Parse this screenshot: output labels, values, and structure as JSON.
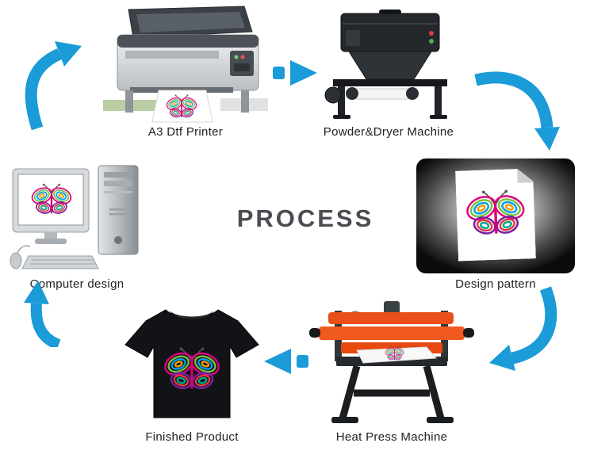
{
  "title": "PROCESS",
  "colors": {
    "arrow": "#1b9bd7",
    "title_text": "#4a4d52",
    "label_text": "#222222",
    "heat_press": "#ee5316"
  },
  "steps": [
    {
      "id": "computer-design",
      "label": "Computer design"
    },
    {
      "id": "a3-dtf-printer",
      "label": "A3 Dtf Printer"
    },
    {
      "id": "powder-dryer-machine",
      "label": "Powder&Dryer Machine"
    },
    {
      "id": "design-pattern",
      "label": "Design pattern"
    },
    {
      "id": "heat-press-machine",
      "label": "Heat Press Machine"
    },
    {
      "id": "finished-product",
      "label": "Finished Product"
    }
  ],
  "flow_order": [
    "Computer design",
    "A3 Dtf Printer",
    "Powder&Dryer Machine",
    "Design pattern",
    "Heat Press Machine",
    "Finished Product"
  ]
}
